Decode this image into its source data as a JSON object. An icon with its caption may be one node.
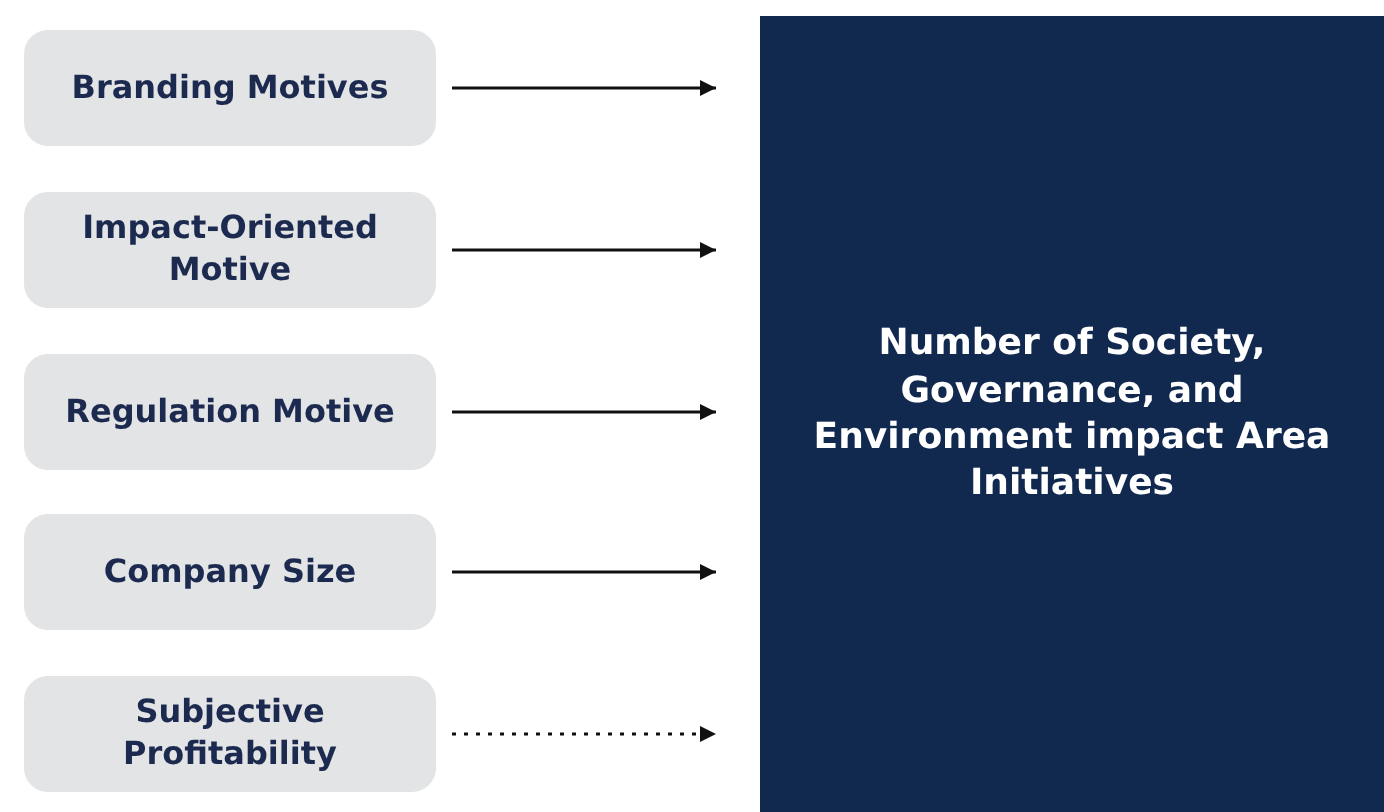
{
  "diagram": {
    "nodes": [
      {
        "text": [
          "Branding Motives"
        ]
      },
      {
        "text": [
          "Impact-Oriented Motive"
        ]
      },
      {
        "text": [
          "Regulation Motive"
        ]
      },
      {
        "text": [
          "Company Size"
        ]
      },
      {
        "text": [
          "Subjective Profitability"
        ]
      },
      {
        "text": [
          "Number of Society, Governance, and Environment impact Area Initiatives"
        ]
      }
    ],
    "edges": [
      {
        "from": 0,
        "to": 5,
        "arrow": "to"
      },
      {
        "from": 1,
        "to": 5,
        "arrow": "to"
      },
      {
        "from": 2,
        "to": 5,
        "arrow": "to"
      },
      {
        "from": 3,
        "to": 5,
        "arrow": "to"
      },
      {
        "from": 4,
        "to": 5,
        "arrow": "to",
        "style": "dashed"
      }
    ]
  }
}
